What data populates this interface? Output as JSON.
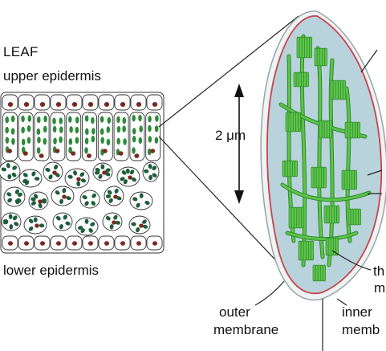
{
  "labels": {
    "leaf": "LEAF",
    "upper_epidermis": "upper epidermis",
    "lower_epidermis": "lower epidermis",
    "scale": "2 μm",
    "outer_membrane_1": "outer",
    "outer_membrane_2": "membrane",
    "inner_membrane_1": "inner",
    "inner_membrane_2": "memb",
    "thylakoid_1": "th",
    "thylakoid_2": "m"
  },
  "colors": {
    "chloroplast_green": "#2e8a3a",
    "chloroplast_dark": "#1e5e3a",
    "stroma": "#b9d3dc",
    "grana": "#5cc44a",
    "grana_edge": "#2f8a2c",
    "membrane_red": "#c8424a",
    "nucleus_brown": "#7a2a1f"
  }
}
